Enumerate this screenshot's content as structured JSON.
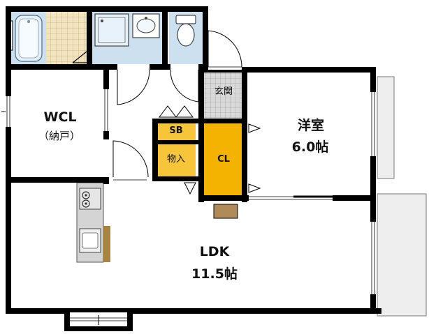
{
  "rooms": {
    "wcl": {
      "name": "WCL",
      "sub": "（納戸）"
    },
    "western": {
      "name": "洋室",
      "size": "6.0帖"
    },
    "ldk": {
      "name": "LDK",
      "size": "11.5帖"
    },
    "entrance": {
      "name": "玄関"
    },
    "sb": {
      "name": "SB"
    },
    "storage": {
      "name": "物入"
    },
    "closet": {
      "name": "CL"
    }
  },
  "colors": {
    "wall": "#000000",
    "closet_fill": "#f4b300",
    "storage_fill": "#f6c53a",
    "bath_fill": "#cde0f0",
    "tile_fill": "#f3e4bf",
    "entrance_fill": "#d9d9d9",
    "balcony_fill": "#eeeeee",
    "shoebox_fill": "#b08a58",
    "kitchen_fill": "#d4d4d4",
    "kitchen_edge": "#a8843e"
  }
}
